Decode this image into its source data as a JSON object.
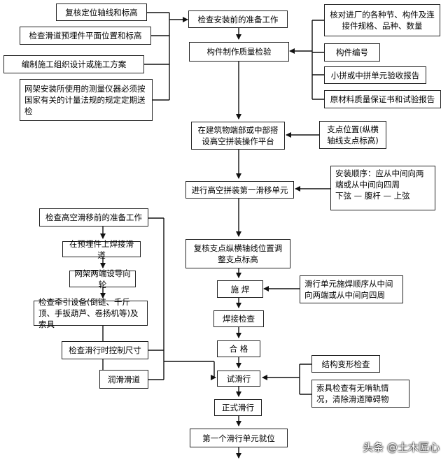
{
  "main": [
    "检查安装前的准备工作",
    "构件制作质量检验",
    "在建筑物端部或中部搭设高空拼装操作平台",
    "进行高空拼装第一滑移单元",
    "复核支点纵横轴线位置调整支点标高",
    "施 焊",
    "焊接检查",
    "合 格",
    "试滑行",
    "正式滑行",
    "第一个滑行单元就位"
  ],
  "left_top": [
    "复核定位轴线和标高",
    "检查滑道预埋件平面位置和标高",
    "编制施工组织设计或施工方案",
    "网架安装所使用的测量仪器必须按国家有关的计量法规的规定定期送检"
  ],
  "right_top": [
    "核对进厂的各种节、构件及连接件规格、品种、数量",
    "构件编号",
    "小拼或中拼单元验收报告",
    "原材料质量保证书和试验报告"
  ],
  "right_mid": [
    "支点位置(纵横轴线支点标高)",
    "安装顺序：应从中间向两端或从中间向四周",
    "下弦 — 腹杆 — 上弦",
    "滑行单元施焊顺序从中间向两端或从中间向四周"
  ],
  "left_bottom": [
    "检查高空滑移前的准备工作",
    "在预埋件上焊接滑道",
    "网架两端设导向轮",
    "检查牵引设备(倒链、千斤顶、手扳葫芦、卷扬机等)及索具",
    "检查滑行时控制尺寸",
    "润滑滑道"
  ],
  "right_bottom": [
    "结构变形检查",
    "索具检查有无啃轨情况，清除滑道障碍物"
  ],
  "watermark": "头条 @土木匠心"
}
